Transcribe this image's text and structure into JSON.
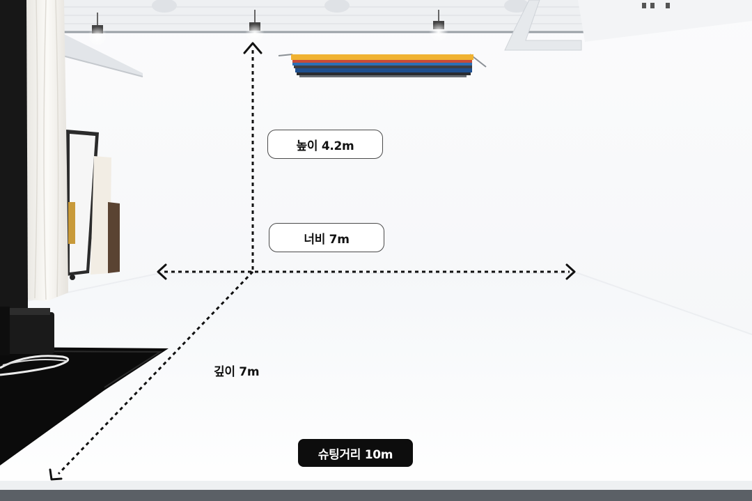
{
  "labels": {
    "height": "높이 4.2m",
    "width": "너비 7m",
    "depth": "깊이 7m",
    "shooting_distance": "슈팅거리 10m"
  }
}
